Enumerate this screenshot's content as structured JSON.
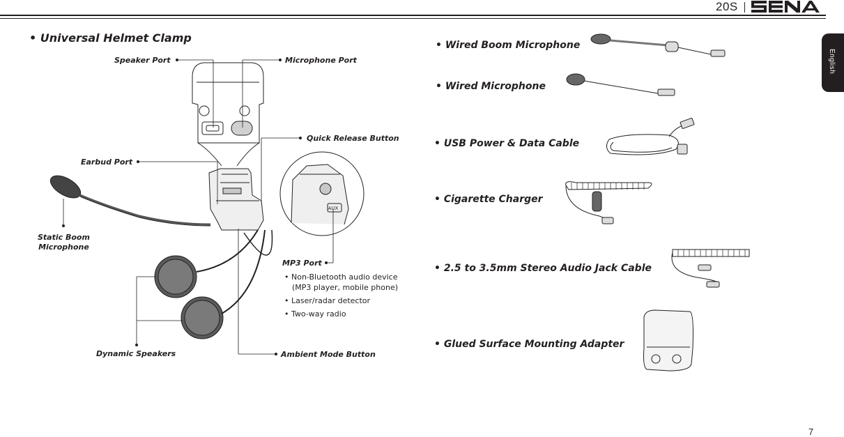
{
  "header": {
    "model": "20S",
    "brand": "SENA",
    "tab": "English"
  },
  "page_number": "7",
  "left": {
    "title": "Universal Helmet Clamp",
    "labels": {
      "speaker_port": "Speaker Port",
      "microphone_port": "Microphone Port",
      "quick_release_button": "Quick Release Button",
      "earbud_port": "Earbud Port",
      "static_boom_microphone_line1": "Static Boom",
      "static_boom_microphone_line2": "Microphone",
      "mp3_port": "MP3 Port",
      "dynamic_speakers": "Dynamic Speakers",
      "ambient_mode_button": "Ambient Mode Button"
    },
    "mp3_devices": [
      "• Non-Bluetooth audio device (MP3 player, mobile phone)",
      "• Laser/radar detector",
      "• Two-way radio"
    ],
    "aux_marking": "AUX"
  },
  "right": {
    "accessories": [
      "• Wired Boom Microphone",
      "• Wired Microphone",
      "• USB Power & Data Cable",
      "• Cigarette Charger",
      "• 2.5 to 3.5mm Stereo Audio Jack Cable",
      "• Glued Surface Mounting Adapter"
    ]
  }
}
